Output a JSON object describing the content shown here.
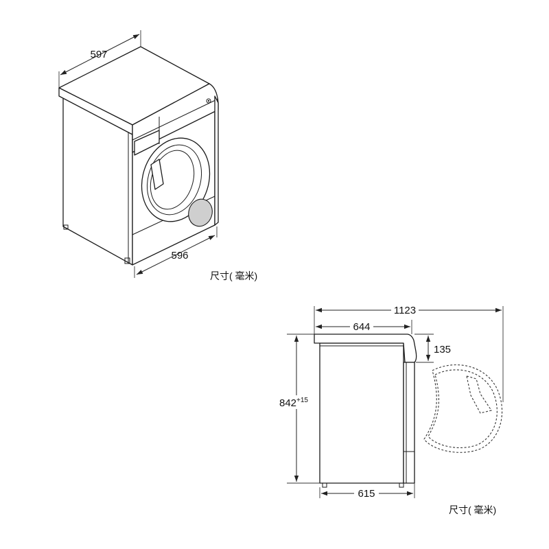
{
  "iso_view": {
    "width": "597",
    "depth": "596",
    "caption": "尺寸( 毫米)"
  },
  "side_view": {
    "overall_depth_door_open": "1123",
    "depth_with_top": "644",
    "top_height": "135",
    "height": "842",
    "height_tolerance": "+15",
    "base_depth": "615",
    "caption": "尺寸( 毫米)"
  },
  "colors": {
    "line": "#1a1a1a",
    "filter_fill": "#cfcfcf"
  }
}
